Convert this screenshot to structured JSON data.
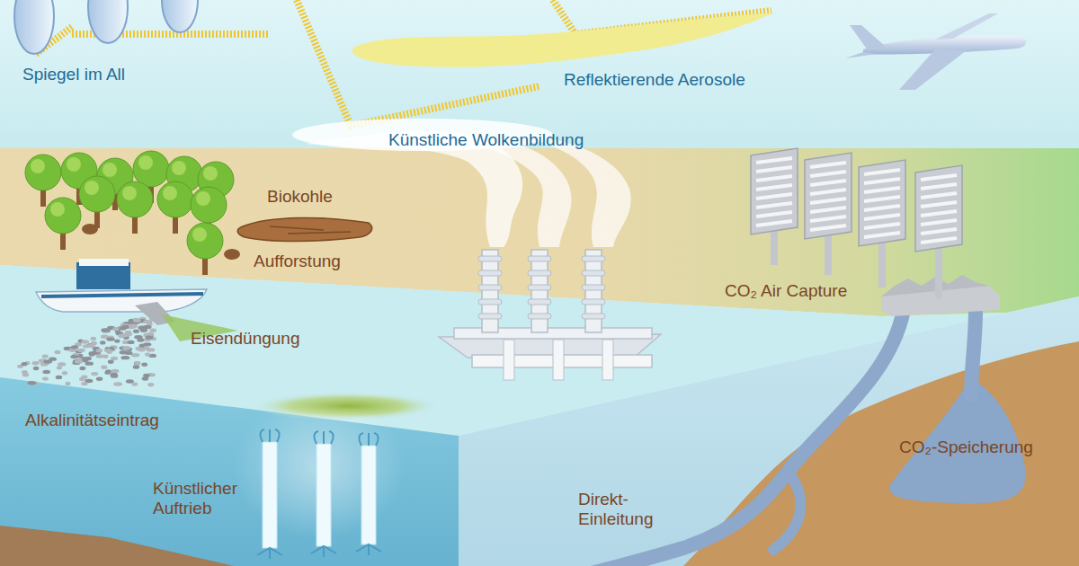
{
  "diagram": {
    "labels": [
      "Spiegel im All",
      "Reflektierende Aerosole",
      "Künstliche Wolkenbildung",
      "Biokohle",
      "Aufforstung",
      "CO₂ Air Capture",
      "Eisendüngung",
      "Alkalinitätseintrag",
      "Künstlicher Auftrieb",
      "Direkt- Einleitung",
      "CO₂-Speicherung"
    ]
  }
}
